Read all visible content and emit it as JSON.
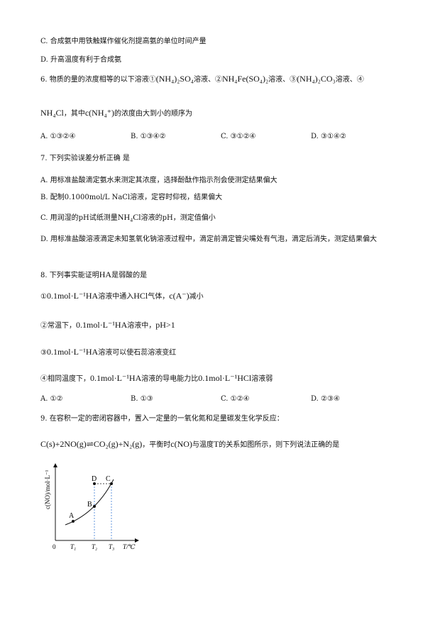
{
  "lines": {
    "c_option": "C. 合成氨中用铁触媒作催化剂提高氨的单位时间产量",
    "d_option": "D. 升高温度有利于合成氨"
  },
  "q6": {
    "prefix": "6. 物质的量的浓度相等的以下溶液①",
    "f1": "(NH₄)₂SO₄",
    "t1": "溶液、②",
    "f2": "NH₄Fe(SO₄)₂",
    "t2": "溶液、③",
    "f3": "(NH₄)₂CO₃",
    "t3": "溶液、④",
    "f4": "NH₄Cl",
    "t4": "，其中",
    "f5": "c(NH₄⁺)",
    "t5": "的浓度由大到小的顺序为",
    "options": [
      "A. ①③②④",
      "B. ①③④②",
      "C. ③①②④",
      "D. ③①④②"
    ]
  },
  "q7": {
    "stem": "7. 下列实验误差分析正确    是",
    "a": "A. 用标准盐酸滴定氨水来测定其浓度，选择酚酞作指示剂会使测定结果偏大",
    "b": "B. 配制0.1000mol/L NaCl溶液，定容时仰视，结果偏大",
    "c_prefix": "C. 用润湿的pH试纸测量",
    "c_formula": "NH₄Cl",
    "c_suffix": "溶液的pH，测定值偏小",
    "d": "D. 用标准盐酸溶液滴定未知氢氧化钠溶液过程中，滴定前滴定管尖嘴处有气泡，滴定后消失，测定结果偏大"
  },
  "q8": {
    "stem_prefix": "8. 下列事实能证明",
    "stem_formula": "HA",
    "stem_suffix": "是弱酸的是",
    "s1_num": "①",
    "s1_formula": "0.1mol·L⁻¹HA",
    "s1_mid": "溶液中通入",
    "s1_formula2": "HCl",
    "s1_mid2": "气体，",
    "s1_formula3": "c(A⁻)",
    "s1_end": "减小",
    "s2_prefix": "②常温下，",
    "s2_formula": "0.1mol·L⁻¹HA",
    "s2_mid": "溶液中，",
    "s2_formula2": "pH>1",
    "s3_num": "③",
    "s3_formula": "0.1mol·L⁻¹HA",
    "s3_suffix": "溶液可以使石蕊溶液变红",
    "s4_prefix": "④相同温度下，",
    "s4_formula": "0.1mol·L⁻¹HA",
    "s4_mid": "溶液的导电能力比",
    "s4_formula2": "0.1mol·L⁻¹HCl",
    "s4_suffix": "溶液弱",
    "options": [
      "A. ①②",
      "B. ①③",
      "C. ①②④",
      "D. ②③④"
    ]
  },
  "q9": {
    "stem": "9. 在容积一定的密闭容器中，置入一定量的一氧化氮和足量碳发生化学反应：",
    "equation": "C(s)+2NO(g)⇌CO₂(g)+N₂(g)",
    "eq_mid": "，平衡时",
    "eq_formula": "c(NO)",
    "eq_mid2": "与温度",
    "eq_formula2": "T",
    "eq_suffix": "的关系如图所示，则下列说法正确的是"
  },
  "graph": {
    "ylabel": "c(NO)/mol·L⁻¹",
    "xlabel": "T/℃",
    "origin": "0",
    "ticks": [
      "T₁",
      "T₂",
      "T₃"
    ],
    "points": [
      "A",
      "B",
      "C",
      "D"
    ]
  }
}
